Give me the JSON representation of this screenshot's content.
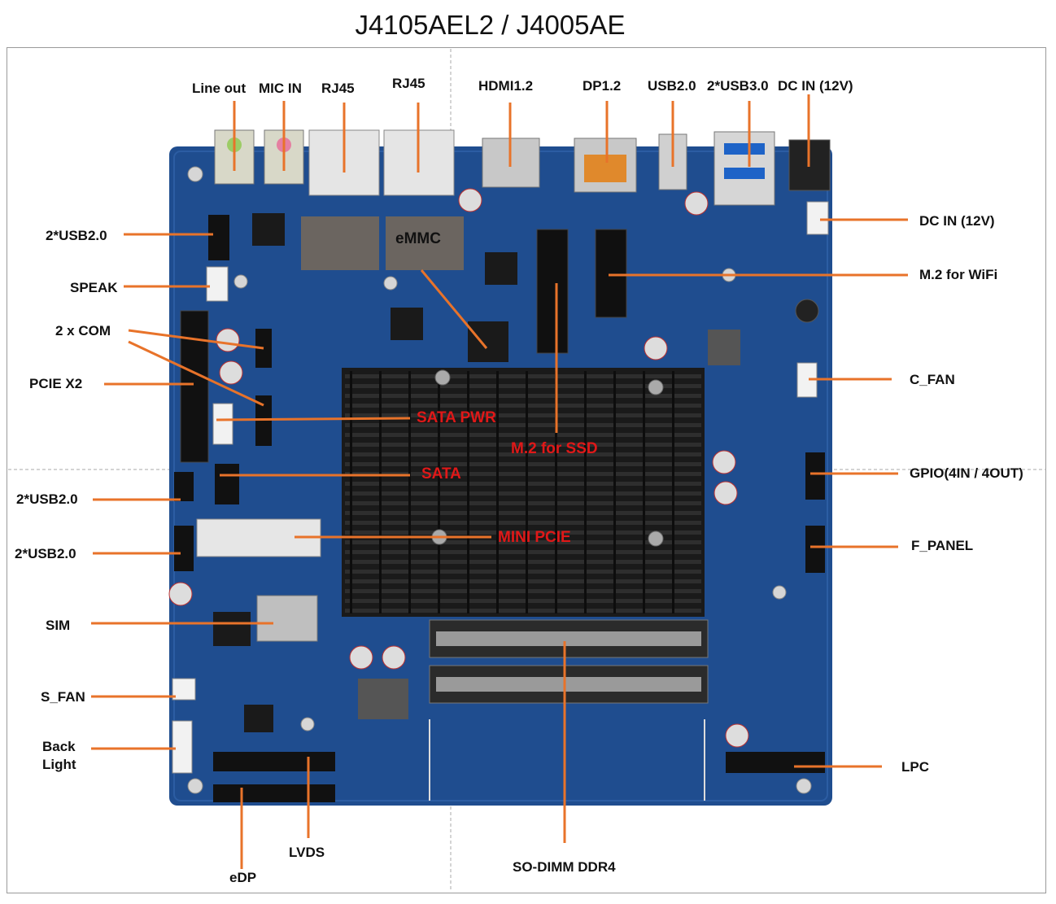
{
  "title": "J4105AEL2 / J4005AE",
  "colors": {
    "board": "#1f4d8f",
    "heatsink": "#1a1a1a",
    "leader": "#e8732a",
    "inner_label": "#e01818"
  },
  "labels": {
    "line_out": "Line out",
    "mic_in": "MIC IN",
    "rj45_a": "RJ45",
    "rj45_b": "RJ45",
    "hdmi": "HDMI1.2",
    "dp": "DP1.2",
    "usb20_top": "USB2.0",
    "usb30": "2*USB3.0",
    "dc_in_top": "DC IN (12V)",
    "usb20_1": "2*USB2.0",
    "speak": "SPEAK",
    "com": "2 x COM",
    "pcie": "PCIE X2",
    "usb20_2": "2*USB2.0",
    "usb20_3": "2*USB2.0",
    "sim": "SIM",
    "s_fan": "S_FAN",
    "backlight_1": "Back",
    "backlight_2": "Light",
    "edp": "eDP",
    "lvds": "LVDS",
    "sodimm": "SO-DIMM DDR4",
    "lpc": "LPC",
    "f_panel": "F_PANEL",
    "gpio": "GPIO(4IN / 4OUT)",
    "c_fan": "C_FAN",
    "m2_wifi": "M.2 for WiFi",
    "dc_in_right": "DC IN (12V)",
    "emmc": "eMMC",
    "sata_pwr": "SATA PWR",
    "m2_ssd": "M.2 for SSD",
    "sata": "SATA",
    "mini_pcie": "MINI PCIE"
  }
}
